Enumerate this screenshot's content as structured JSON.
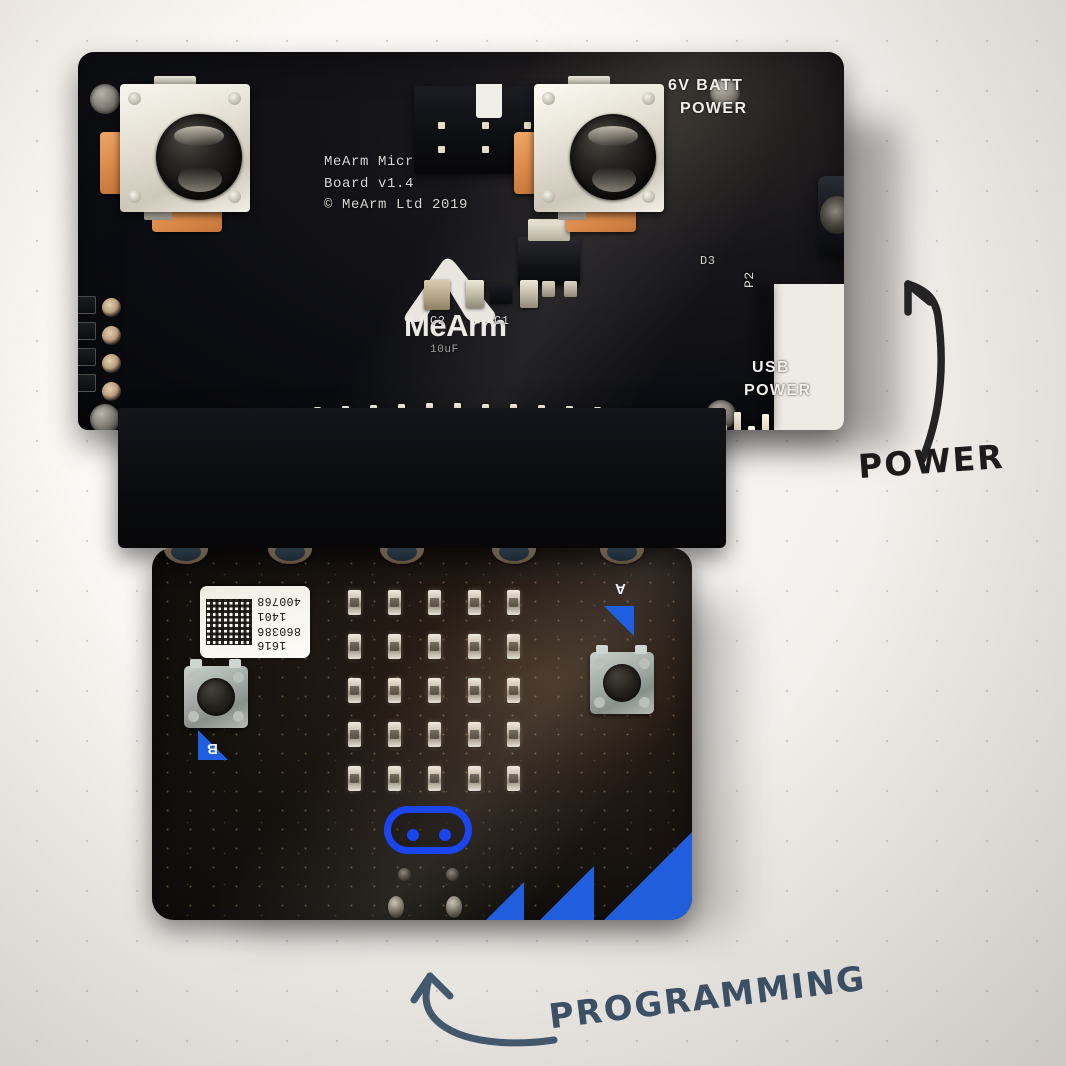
{
  "scene": {
    "title": "MeArm Micro:bit controller board mounted on a BBC micro:bit, on dot-grid paper",
    "background": "dot-grid notebook paper"
  },
  "mearm_board": {
    "silkscreen": {
      "line1": "MeArm Micro:bit",
      "line2": "Board v1.4",
      "line3": "© MeArm Ltd 2019",
      "logo_text": "MeArm",
      "batt_power_line1": "6V BATT",
      "batt_power_line2": "POWER",
      "usb_power_line1": "USB",
      "usb_power_line2": "POWER",
      "usb_ref": "P2",
      "diode_ref": "D3",
      "cap_c1": "C1",
      "cap_c2": "C2",
      "cap_value_1": "10uF",
      "cap_value_2": "10uF"
    },
    "components": [
      {
        "name": "left-joystick",
        "type": "analog thumb joystick"
      },
      {
        "name": "right-joystick",
        "type": "analog thumb joystick"
      },
      {
        "name": "isp-header",
        "type": "2x3 shrouded pin header"
      },
      {
        "name": "barrel-jack",
        "type": "DC barrel power jack"
      },
      {
        "name": "micro-usb-jack",
        "type": "micro USB power connector"
      },
      {
        "name": "voltage-regulator",
        "type": "SOT-223 regulator"
      },
      {
        "name": "edge-connector",
        "type": "micro:bit edge connector"
      }
    ]
  },
  "microbit": {
    "label_sticker": {
      "line1": "1616",
      "line2": "860386",
      "line3": "1401",
      "line4": "400768",
      "has_qr": true
    },
    "button_a": "A",
    "button_b": "B",
    "led_matrix": {
      "rows": 5,
      "cols": 5
    },
    "logo": "micro:bit face logo"
  },
  "annotations": [
    {
      "id": "power",
      "text": "POWER",
      "points_to": "micro-usb-jack",
      "ink": "#1b1b1b"
    },
    {
      "id": "programming",
      "text": "PROGRAMMING",
      "points_to": "microbit-usb-connector",
      "ink": "#3a5068"
    }
  ],
  "colors": {
    "pcb_black": "#0c0d12",
    "microbit_black": "#14110d",
    "microbit_blue": "#1f5fe0",
    "pot_orange": "#e08f4d",
    "silkscreen_white": "#d8d6d0",
    "paper": "#f1eeea"
  }
}
